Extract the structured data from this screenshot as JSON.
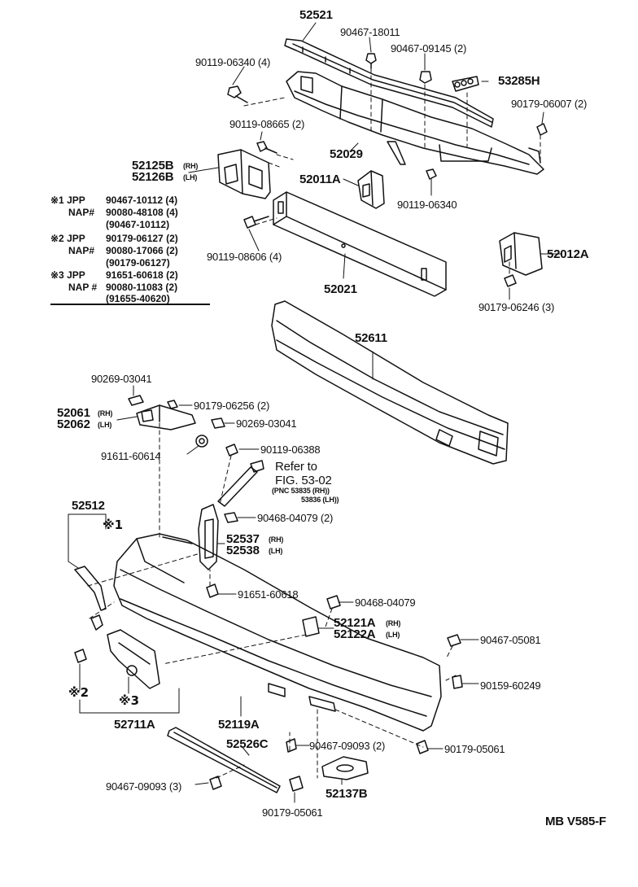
{
  "labels": {
    "p52521": "52521",
    "p90467_18011": "90467-18011",
    "p90467_09145": "90467-09145 (2)",
    "p90119_06340_4": "90119-06340 (4)",
    "p53285H": "53285H",
    "p90179_06007": "90179-06007 (2)",
    "p90119_08665": "90119-08665 (2)",
    "p52029": "52029",
    "p52125B": "52125B",
    "p52126B": "52126B",
    "rh1": "(RH)",
    "lh1": "(LH)",
    "p52011A": "52011A",
    "p90119_06340": "90119-06340",
    "p90119_08606": "90119-08606 (4)",
    "p52021": "52021",
    "p52012A": "52012A",
    "p90179_06246": "90179-06246 (3)",
    "p52611": "52611",
    "p90269_03041_a": "90269-03041",
    "p90179_06256": "90179-06256 (2)",
    "p52061": "52061",
    "p52062": "52062",
    "rh2": "(RH)",
    "lh2": "(LH)",
    "p90269_03041_b": "90269-03041",
    "p91611_60614": "91611-60614",
    "p90119_06388": "90119-06388",
    "refer1": "Refer to",
    "refer2": "FIG. 53-02",
    "refer3": "(PNC 53835 (RH))",
    "refer4": "53836 (LH))",
    "p52512": "52512",
    "p90468_04079_2": "90468-04079 (2)",
    "p52537": "52537",
    "p52538": "52538",
    "rh3": "(RH)",
    "lh3": "(LH)",
    "p91651_60618": "91651-60618",
    "p90468_04079": "90468-04079",
    "p52121A": "52121A",
    "p52122A": "52122A",
    "rh4": "(RH)",
    "lh4": "(LH)",
    "p90467_05081": "90467-05081",
    "p90159_60249": "90159-60249",
    "p52711A": "52711A",
    "p52119A": "52119A",
    "p90467_09093_2": "90467-09093 (2)",
    "p90179_05061_a": "90179-05061",
    "p52526C": "52526C",
    "p90467_09093_3": "90467-09093 (3)",
    "p52137B": "52137B",
    "p90179_05061_b": "90179-05061",
    "mark1": "※1",
    "mark2": "※2",
    "mark3": "※3",
    "code": "MB V585-F"
  },
  "legend": {
    "r1a": "※1 JPP",
    "r1b": "90467-10112 (4)",
    "r2a": "NAP#",
    "r2b": "90080-48108 (4)",
    "r3b": "(90467-10112)",
    "r4a": "※2 JPP",
    "r4b": "90179-06127 (2)",
    "r5a": "NAP#",
    "r5b": "90080-17066 (2)",
    "r6b": "(90179-06127)",
    "r7a": "※3 JPP",
    "r7b": "91651-60618 (2)",
    "r8a": "NAP #",
    "r8b": "90080-11083 (2)",
    "r9b": "(91655-40620)"
  }
}
